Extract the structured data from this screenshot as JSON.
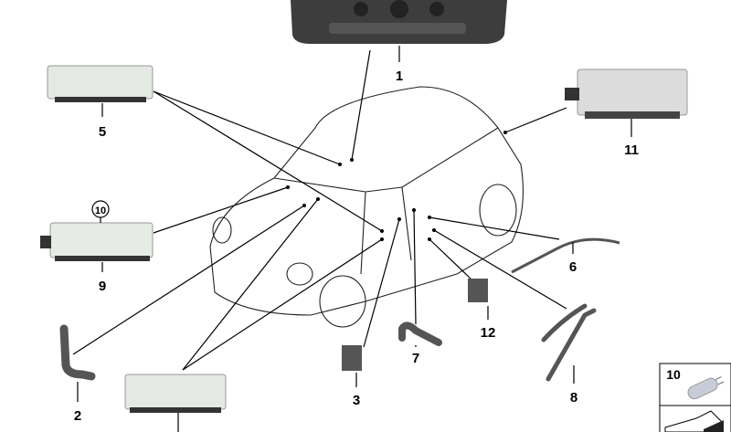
{
  "diagram": {
    "callouts": {
      "c1": "1",
      "c2": "2",
      "c3": "3",
      "c5": "5",
      "c6": "6",
      "c7": "7",
      "c8": "8",
      "c9": "9",
      "c10": "10",
      "c11": "11",
      "c12": "12"
    },
    "legend_box": {
      "label": "10"
    },
    "colors": {
      "part_dark": "#3a3a3a",
      "part_light": "#e8ece8",
      "line": "#000000"
    }
  }
}
